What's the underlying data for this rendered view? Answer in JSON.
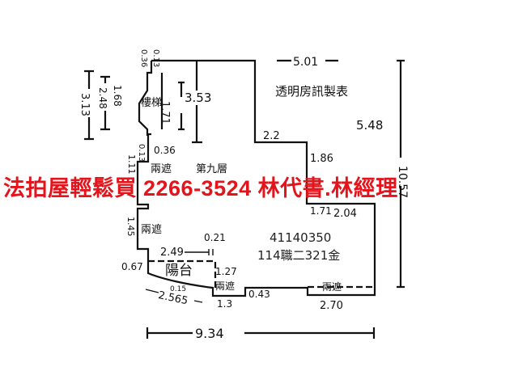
{
  "title": "透明房訊製表",
  "banner": "法拍屋輕鬆買  2266-3524  林代書.林經理",
  "case_number": "41140350",
  "case_ref": "114職二321金",
  "rooms": {
    "main_floor": "第九層",
    "balcony": "陽台",
    "stair": "樓梯",
    "rain_shelter": "兩遮"
  },
  "dimensions": {
    "top": "5.01",
    "right_upper": "5.48",
    "right_total": "10.57",
    "bottom_total": "9.34",
    "stair_a": "3.53",
    "stair_b": "1.71",
    "left_a": "3.13",
    "left_b": "2.48",
    "left_c": "1.68",
    "top_small_a": "0.36",
    "top_small_b": "0.13",
    "mid_036": "0.36",
    "mid_013": "0.13",
    "step_a": "2.2",
    "step_b": "1.86",
    "step_c": "1.71",
    "step_d": "2.04",
    "shelter_a": "1.11",
    "shelter_b": "1.45",
    "balc_w": "2.49",
    "balc_b": "0.21",
    "balc_left": "0.67",
    "balc_r": "1.27",
    "curve": "2.565",
    "curve_small": "0.15",
    "box_w": "1.3",
    "box_h": "0.43",
    "bottom_shelter": "2.70"
  },
  "colors": {
    "banner": "#e3141b",
    "lines": "#111111"
  }
}
